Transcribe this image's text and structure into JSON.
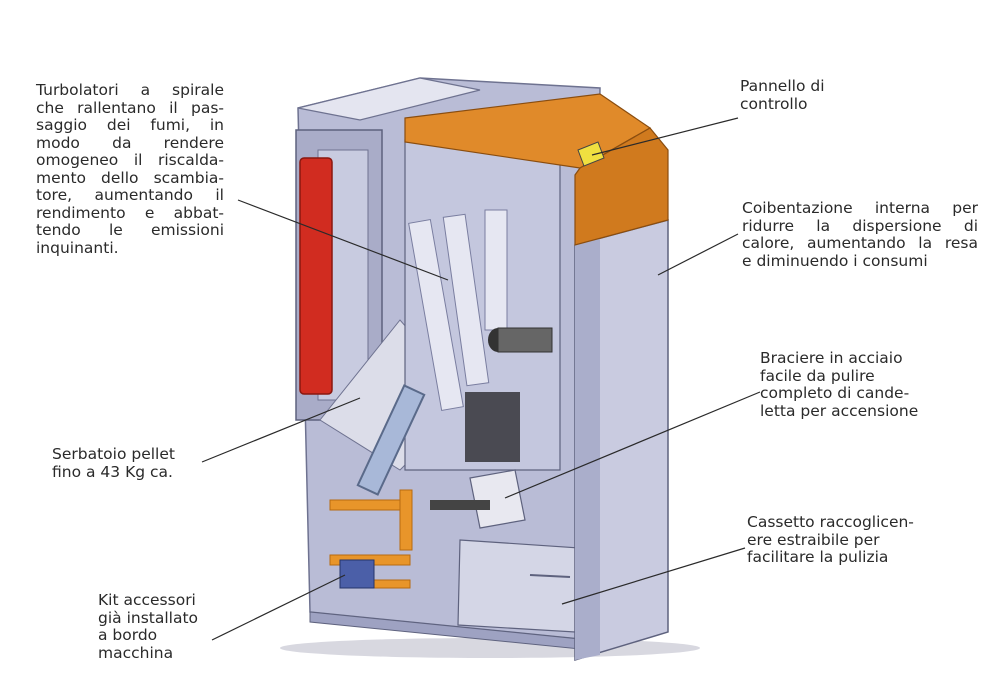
{
  "colors": {
    "casing": "#c9cbe0",
    "casing_dark": "#9ea2c2",
    "top_panel": "#e08a2a",
    "top_panel_dark": "#c46f1a",
    "heat_exchanger_door": "#d12c20",
    "label_text": "#2a2a2a",
    "leader_line": "#2a2a2a"
  },
  "labels": {
    "turbolatori": [
      "Turbolatori a spirale",
      "che rallentano il pas-",
      "saggio dei fumi, in",
      "modo da rendere",
      "omogeneo il riscalda-",
      "mento dello scambia-",
      "tore, aumentando il",
      "rendimento e abbat-",
      "tendo le emissioni",
      "inquinanti."
    ],
    "pannello": [
      "Pannello di",
      "controllo"
    ],
    "coibentazione": [
      "Coibentazione interna per",
      "ridurre la dispersione di",
      "calore, aumentando la resa",
      "e diminuendo i consumi"
    ],
    "braciere": [
      "Braciere in acciaio",
      "facile da pulire",
      "completo di cande-",
      "letta per accensione"
    ],
    "serbatoio": [
      "Serbatoio pellet",
      "fino a 43 Kg ca."
    ],
    "cassetto": [
      "Cassetto raccoglicen-",
      "ere estraibile per",
      "facilitare la pulizia"
    ],
    "kit": [
      "Kit accessori",
      "già installato",
      "a bordo",
      "macchina"
    ]
  }
}
